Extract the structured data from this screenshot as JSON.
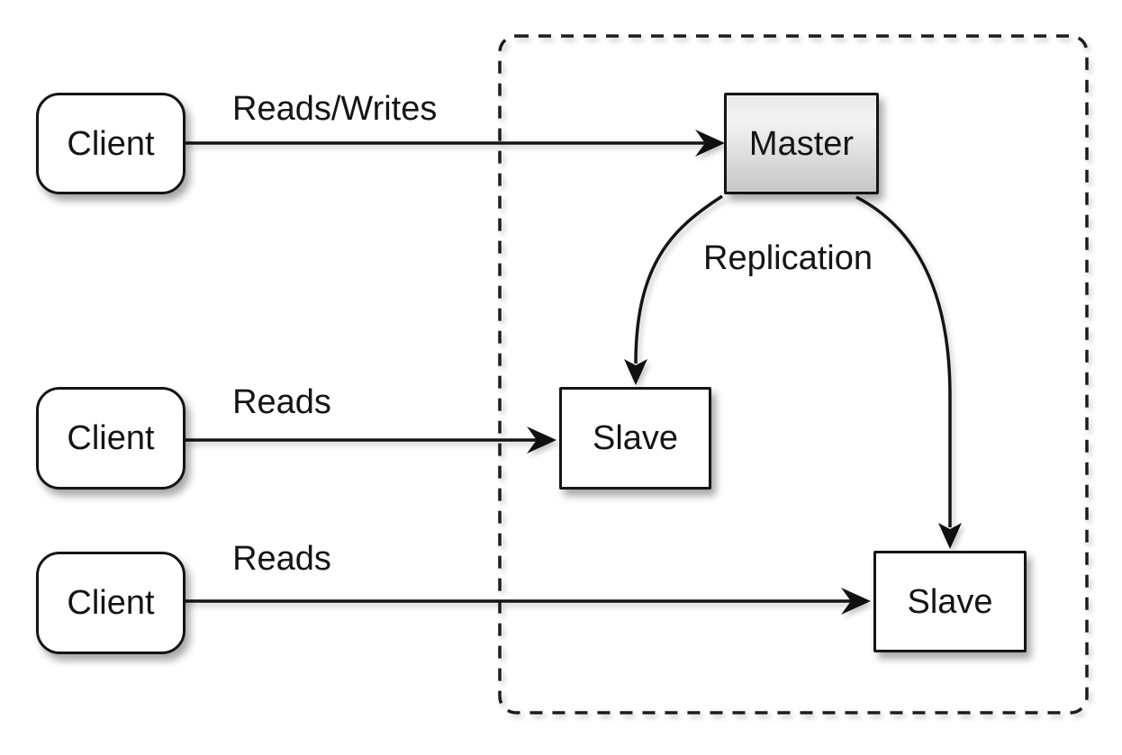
{
  "diagram": {
    "kind": "master-slave replication topology",
    "background": "#ffffff",
    "ink_color": "#151515",
    "master_fill_top": "#e9e9e9",
    "master_fill_bottom": "#c7c7c7",
    "node_fill": "#ffffff"
  },
  "nodes": {
    "client1": {
      "label": "Client"
    },
    "client2": {
      "label": "Client"
    },
    "client3": {
      "label": "Client"
    },
    "master": {
      "label": "Master"
    },
    "slave1": {
      "label": "Slave"
    },
    "slave2": {
      "label": "Slave"
    }
  },
  "edges": {
    "client1_master": {
      "label": "Reads/Writes"
    },
    "client2_slave1": {
      "label": "Reads"
    },
    "client3_slave2": {
      "label": "Reads"
    },
    "replication": {
      "label": "Replication"
    }
  }
}
